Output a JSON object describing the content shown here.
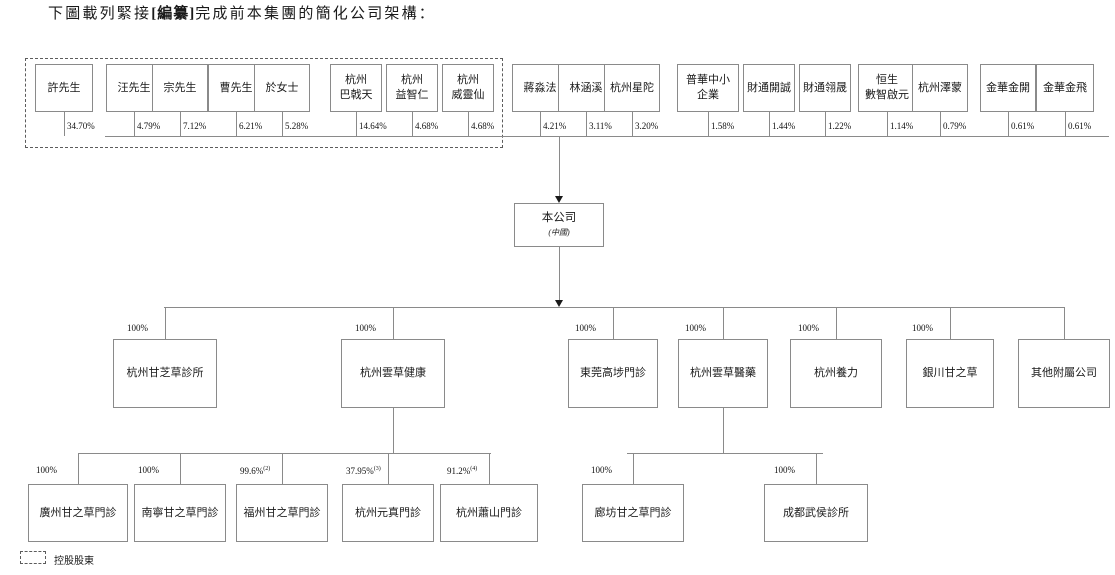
{
  "caption": {
    "prefix": "下圖載列緊接",
    "bold": "[編纂]",
    "suffix": "完成前本集團的簡化公司架構："
  },
  "shareholders": [
    {
      "name": "許先生",
      "pct": "34.70%",
      "controlling": true
    },
    {
      "name": "汪先生",
      "pct": "4.79%",
      "controlling": true
    },
    {
      "name": "宗先生",
      "pct": "7.12%",
      "controlling": true
    },
    {
      "name": "曹先生",
      "pct": "6.21%",
      "controlling": true
    },
    {
      "name": "於女士",
      "pct": "5.28%",
      "controlling": true
    },
    {
      "name": "杭州\n巴戟天",
      "pct": "14.64%",
      "controlling": true
    },
    {
      "name": "杭州\n益智仁",
      "pct": "4.68%",
      "controlling": true
    },
    {
      "name": "杭州\n威靈仙",
      "pct": "4.68%",
      "controlling": true
    },
    {
      "name": "蔣淼法",
      "pct": "4.21%",
      "controlling": false
    },
    {
      "name": "林涵溪",
      "pct": "3.11%",
      "controlling": false
    },
    {
      "name": "杭州星陀",
      "pct": "3.20%",
      "controlling": false
    },
    {
      "name": "普華中小\n企業",
      "pct": "1.58%",
      "controlling": false
    },
    {
      "name": "財通開誠",
      "pct": "1.44%",
      "controlling": false
    },
    {
      "name": "財通翎晟",
      "pct": "1.22%",
      "controlling": false
    },
    {
      "name": "恒生\n數智啟元",
      "pct": "1.14%",
      "controlling": false
    },
    {
      "name": "杭州澤蒙",
      "pct": "0.79%",
      "controlling": false
    },
    {
      "name": "金華金開",
      "pct": "0.61%",
      "controlling": false
    },
    {
      "name": "金華金飛",
      "pct": "0.61%",
      "controlling": false
    }
  ],
  "company": {
    "name": "本公司",
    "jurisdiction": "(中國)"
  },
  "subsidiaries": [
    {
      "name": "杭州甘芝草診所",
      "pct": "100%"
    },
    {
      "name": "杭州雲草健康",
      "pct": "100%"
    },
    {
      "name": "東莞高埗門診",
      "pct": "100%"
    },
    {
      "name": "杭州雲草醫藥",
      "pct": "100%"
    },
    {
      "name": "杭州養力",
      "pct": "100%"
    },
    {
      "name": "銀川甘之草",
      "pct": "100%"
    },
    {
      "name": "其他附屬公司",
      "pct": ""
    }
  ],
  "sub_subsidiaries_health": [
    {
      "name": "廣州甘之草門診",
      "pct": "100%",
      "note": ""
    },
    {
      "name": "南寧甘之草門診",
      "pct": "100%",
      "note": ""
    },
    {
      "name": "福州甘之草門診",
      "pct": "99.6%",
      "note": "(2)"
    },
    {
      "name": "杭州元真門診",
      "pct": "37.95%",
      "note": "(3)"
    },
    {
      "name": "杭州蕭山門診",
      "pct": "91.2%",
      "note": "(4)"
    }
  ],
  "sub_subsidiaries_pharma": [
    {
      "name": "廊坊甘之草門診",
      "pct": "100%",
      "note": ""
    },
    {
      "name": "成都武侯診所",
      "pct": "100%",
      "note": ""
    }
  ],
  "legend": {
    "label": "控股股東"
  },
  "colors": {
    "border": "#8a8a8a",
    "dashed": "#5c5c5c",
    "text": "#1a1a1a"
  }
}
